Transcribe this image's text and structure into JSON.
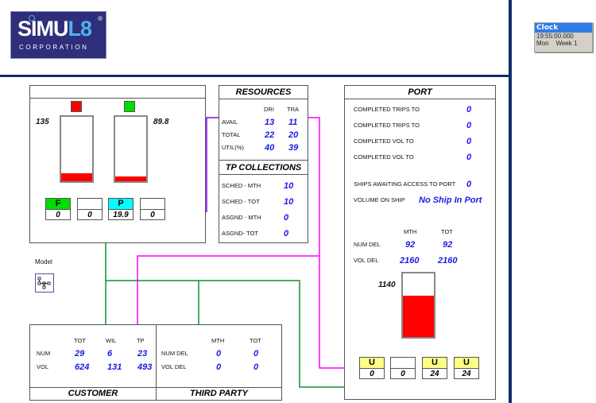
{
  "logo": {
    "brand_main": "SIMU",
    "brand_accent": "L8",
    "registered": "®",
    "subtitle": "CORPORATION"
  },
  "clock": {
    "title": "Clock",
    "time": "19:55:00.000",
    "day_week": "Mon    Week 1"
  },
  "storage": {
    "left_tank": {
      "label": "135",
      "indicator_color": "#ff0000",
      "fill_fraction": 0.12
    },
    "right_tank": {
      "label": "89.8",
      "indicator_color": "#00dd00",
      "fill_fraction": 0.08
    },
    "cells": [
      {
        "top": "F",
        "value": "0",
        "color": "#00dd00"
      },
      {
        "top": "",
        "value": "0",
        "color": "#ffffff"
      },
      {
        "top": "P",
        "value": "19.9",
        "color": "#00ffff"
      },
      {
        "top": "",
        "value": "0",
        "color": "#ffffff"
      }
    ]
  },
  "resources": {
    "title": "RESOURCES",
    "col_headers": [
      "DRI",
      "TRA"
    ],
    "rows": [
      {
        "label": "AVAIL",
        "values": [
          "13",
          "11"
        ]
      },
      {
        "label": "TOTAL",
        "values": [
          "22",
          "20"
        ]
      },
      {
        "label": "UTIL(%)",
        "values": [
          "40",
          "39"
        ]
      }
    ]
  },
  "tp_collections": {
    "title": "TP COLLECTIONS",
    "rows": [
      {
        "label": "SCHED - MTH",
        "value": "10"
      },
      {
        "label": "SCHED - TOT",
        "value": "10"
      },
      {
        "label": "ASGND - MTH",
        "value": "0"
      },
      {
        "label": "ASGND- TOT",
        "value": "0"
      }
    ]
  },
  "port": {
    "title": "PORT",
    "rows": [
      {
        "label": "COMPLETED TRIPS TO",
        "value": "0"
      },
      {
        "label": "COMPLETED TRIPS TO",
        "value": "0"
      },
      {
        "label": "COMPLETED VOL TO",
        "value": "0"
      },
      {
        "label": "COMPLETED VOL TO",
        "value": "0"
      }
    ],
    "ships_awaiting_label": "SHIPS AWAITING ACCESS TO PORT",
    "ships_awaiting_value": "0",
    "volume_on_ship_label": "VOLUME ON SHIP",
    "volume_on_ship_value": "No Ship In Port",
    "col_headers": [
      "MTH",
      "TOT"
    ],
    "del_rows": [
      {
        "label": "NUM DEL",
        "values": [
          "92",
          "92"
        ]
      },
      {
        "label": "VOL DEL",
        "values": [
          "2160",
          "2160"
        ]
      }
    ],
    "tank": {
      "label": "1140",
      "fill_fraction": 0.65
    },
    "cells": [
      {
        "top": "U",
        "value": "0",
        "color": "#ffff88"
      },
      {
        "top": "",
        "value": "0",
        "color": "#ffffff"
      },
      {
        "top": "U",
        "value": "24",
        "color": "#ffff88"
      },
      {
        "top": "U",
        "value": "24",
        "color": "#ffff88"
      }
    ]
  },
  "model": {
    "label": "Model"
  },
  "customer": {
    "title": "CUSTOMER",
    "col_headers": [
      "TOT",
      "WIL",
      "TP"
    ],
    "rows": [
      {
        "label": "NUM",
        "values": [
          "29",
          "6",
          "23"
        ]
      },
      {
        "label": "VOL",
        "values": [
          "624",
          "131",
          "493"
        ]
      }
    ]
  },
  "third_party": {
    "title": "THIRD PARTY",
    "col_headers": [
      "MTH",
      "TOT"
    ],
    "rows": [
      {
        "label": "NUM DEL",
        "values": [
          "0",
          "0"
        ]
      },
      {
        "label": "VOL DEL",
        "values": [
          "0",
          "0"
        ]
      }
    ]
  },
  "colors": {
    "value_blue": "#1a1ae6",
    "frame_navy": "#0e2f6e",
    "wire_green": "#109030",
    "wire_magenta": "#ff00ff",
    "wire_blue": "#0000ee",
    "wire_purple": "#8000ff"
  }
}
